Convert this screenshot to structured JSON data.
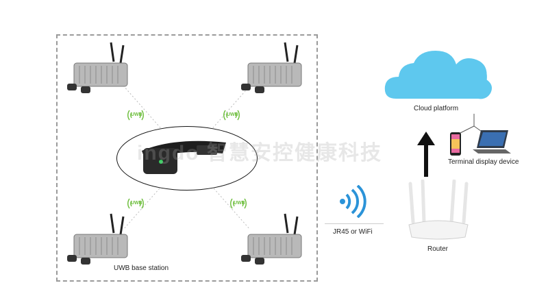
{
  "labels": {
    "cloud": "Cloud platform",
    "terminal": "Terminal display device",
    "router": "Router",
    "link": "JR45 or WiFi",
    "base_station": "UWB base station"
  },
  "uwb_badge": "UWB",
  "watermark": "ingdo 智慧安控健康科技",
  "colors": {
    "cloud": "#5ec8ee",
    "dashed_border": "#9a9a9a",
    "uwb_badge": "#6fbf3f",
    "wifi": "#2b93d8",
    "arrow": "#111111"
  },
  "icons": [
    "uwb-base-station-icon",
    "wristband-tag-icon",
    "wifi-signal-icon",
    "router-icon",
    "cloud-icon",
    "smartphone-icon",
    "laptop-icon",
    "up-arrow-icon"
  ]
}
